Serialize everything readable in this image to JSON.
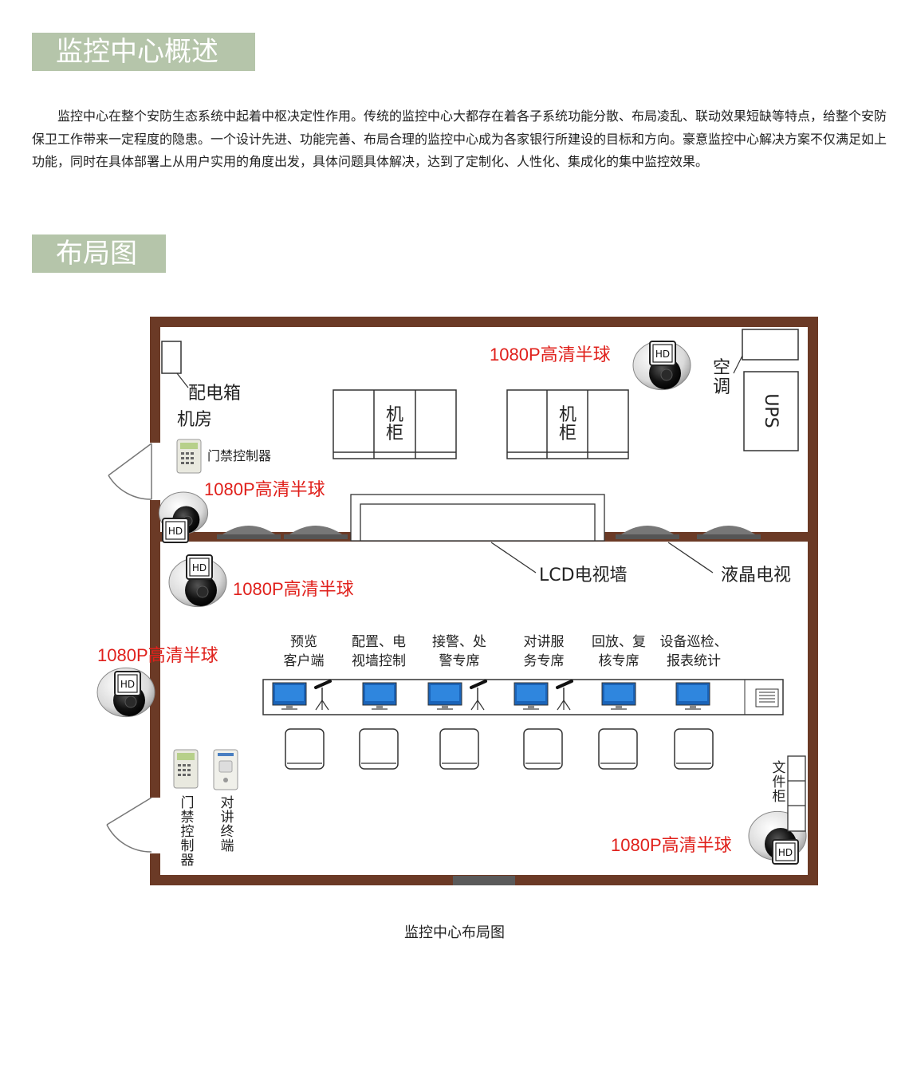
{
  "sections": {
    "overview_title": "监控中心概述",
    "overview_text": "监控中心在整个安防生态系统中起着中枢决定性作用。传统的监控中心大都存在着各子系统功能分散、布局凌乱、联动效果短缺等特点，给整个安防保卫工作带来一定程度的隐患。一个设计先进、功能完善、布局合理的监控中心成为各家银行所建设的目标和方向。豪意监控中心解决方案不仅满足如上功能，同时在具体部署上从用户实用的角度出发，具体问题具体解决，达到了定制化、人性化、集成化的集中监控效果。",
    "layout_title": "布局图"
  },
  "floorplan": {
    "camera_label": "1080P高清半球",
    "camera_badge": "HD",
    "power_box": "配电箱",
    "machine_room": "机房",
    "access_controller": "门禁控制器",
    "cabinet_line1": "机",
    "cabinet_line2": "柜",
    "ac_line1": "空",
    "ac_line2": "调",
    "ups": "UPS",
    "lcd_wall": "LCD电视墙",
    "lcd_tv": "液晶电视",
    "file_cabinet": [
      "文",
      "件",
      "柜"
    ],
    "door_access_vertical": [
      "门",
      "禁",
      "控",
      "制",
      "器"
    ],
    "intercom_terminal_vertical": [
      "对",
      "讲",
      "终",
      "端"
    ],
    "stations": [
      {
        "line1": "预览",
        "line2": "客户端"
      },
      {
        "line1": "配置、电",
        "line2": "视墙控制"
      },
      {
        "line1": "接警、处",
        "line2": "警专席"
      },
      {
        "line1": "对讲服",
        "line2": "务专席"
      },
      {
        "line1": "回放、复",
        "line2": "核专席"
      },
      {
        "line1": "设备巡检、",
        "line2": "报表统计"
      }
    ]
  },
  "caption": "监控中心布局图",
  "colors": {
    "banner": "#b5c5aa",
    "wall": "#6b3a26",
    "label_red": "#e0201b",
    "monitor": "#1a63b8"
  }
}
